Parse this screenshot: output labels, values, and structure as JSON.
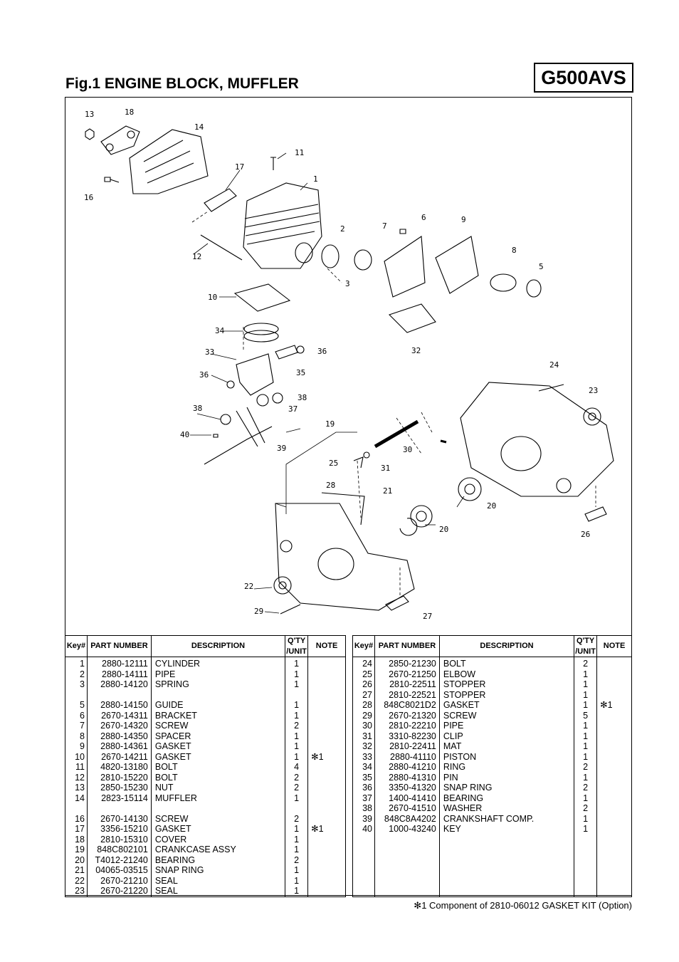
{
  "header": {
    "title": "Fig.1  ENGINE BLOCK, MUFFLER",
    "model": "G500AVS"
  },
  "callouts": [
    "13",
    "18",
    "14",
    "11",
    "16",
    "17",
    "1",
    "12",
    "2",
    "7",
    "6",
    "9",
    "8",
    "5",
    "3",
    "10",
    "34",
    "32",
    "33",
    "36",
    "35",
    "36",
    "38",
    "37",
    "24",
    "23",
    "38",
    "19",
    "40",
    "39",
    "30",
    "25",
    "31",
    "28",
    "21",
    "20",
    "20",
    "26",
    "22",
    "29",
    "27"
  ],
  "table": {
    "headers": {
      "key": "Key#",
      "part_number": "PART NUMBER",
      "description": "DESCRIPTION",
      "qty_line1": "Q'TY",
      "qty_line2": "/UNIT",
      "note": "NOTE"
    },
    "left_rows": [
      {
        "key": "1",
        "pn": "2880-12111",
        "desc": "CYLINDER",
        "qty": "1",
        "note": ""
      },
      {
        "key": "2",
        "pn": "2880-14111",
        "desc": "PIPE",
        "qty": "1",
        "note": ""
      },
      {
        "key": "3",
        "pn": "2880-14120",
        "desc": "SPRING",
        "qty": "1",
        "note": ""
      },
      {
        "key": "",
        "pn": "",
        "desc": "",
        "qty": "",
        "note": ""
      },
      {
        "key": "5",
        "pn": "2880-14150",
        "desc": "GUIDE",
        "qty": "1",
        "note": ""
      },
      {
        "key": "6",
        "pn": "2670-14311",
        "desc": "BRACKET",
        "qty": "1",
        "note": ""
      },
      {
        "key": "7",
        "pn": "2670-14320",
        "desc": "SCREW",
        "qty": "2",
        "note": ""
      },
      {
        "key": "8",
        "pn": "2880-14350",
        "desc": "SPACER",
        "qty": "1",
        "note": ""
      },
      {
        "key": "9",
        "pn": "2880-14361",
        "desc": "GASKET",
        "qty": "1",
        "note": ""
      },
      {
        "key": "10",
        "pn": "2670-14211",
        "desc": "GASKET",
        "qty": "1",
        "note": "✻1"
      },
      {
        "key": "11",
        "pn": "4820-13180",
        "desc": "BOLT",
        "qty": "4",
        "note": ""
      },
      {
        "key": "12",
        "pn": "2810-15220",
        "desc": "BOLT",
        "qty": "2",
        "note": ""
      },
      {
        "key": "13",
        "pn": "2850-15230",
        "desc": "NUT",
        "qty": "2",
        "note": ""
      },
      {
        "key": "14",
        "pn": "2823-15114",
        "desc": "MUFFLER",
        "qty": "1",
        "note": ""
      },
      {
        "key": "",
        "pn": "",
        "desc": "",
        "qty": "",
        "note": ""
      },
      {
        "key": "16",
        "pn": "2670-14130",
        "desc": "SCREW",
        "qty": "2",
        "note": ""
      },
      {
        "key": "17",
        "pn": "3356-15210",
        "desc": "GASKET",
        "qty": "1",
        "note": "✻1"
      },
      {
        "key": "18",
        "pn": "2810-15310",
        "desc": "COVER",
        "qty": "1",
        "note": ""
      },
      {
        "key": "19",
        "pn": "848C802101",
        "desc": "CRANKCASE ASSY",
        "qty": "1",
        "note": ""
      },
      {
        "key": "20",
        "pn": "T4012-21240",
        "desc": "BEARING",
        "qty": "2",
        "note": ""
      },
      {
        "key": "21",
        "pn": "04065-03515",
        "desc": "SNAP RING",
        "qty": "1",
        "note": ""
      },
      {
        "key": "22",
        "pn": "2670-21210",
        "desc": "SEAL",
        "qty": "1",
        "note": ""
      },
      {
        "key": "23",
        "pn": "2670-21220",
        "desc": "SEAL",
        "qty": "1",
        "note": ""
      }
    ],
    "right_rows": [
      {
        "key": "24",
        "pn": "2850-21230",
        "desc": "BOLT",
        "qty": "2",
        "note": ""
      },
      {
        "key": "25",
        "pn": "2670-21250",
        "desc": "ELBOW",
        "qty": "1",
        "note": ""
      },
      {
        "key": "26",
        "pn": "2810-22511",
        "desc": "STOPPER",
        "qty": "1",
        "note": ""
      },
      {
        "key": "27",
        "pn": "2810-22521",
        "desc": "STOPPER",
        "qty": "1",
        "note": ""
      },
      {
        "key": "28",
        "pn": "848C8021D2",
        "desc": "GASKET",
        "qty": "1",
        "note": "✻1"
      },
      {
        "key": "29",
        "pn": "2670-21320",
        "desc": "SCREW",
        "qty": "5",
        "note": ""
      },
      {
        "key": "30",
        "pn": "2810-22210",
        "desc": "PIPE",
        "qty": "1",
        "note": ""
      },
      {
        "key": "31",
        "pn": "3310-82230",
        "desc": "CLIP",
        "qty": "1",
        "note": ""
      },
      {
        "key": "32",
        "pn": "2810-22411",
        "desc": "MAT",
        "qty": "1",
        "note": ""
      },
      {
        "key": "33",
        "pn": "2880-41110",
        "desc": "PISTON",
        "qty": "1",
        "note": ""
      },
      {
        "key": "34",
        "pn": "2880-41210",
        "desc": "RING",
        "qty": "2",
        "note": ""
      },
      {
        "key": "35",
        "pn": "2880-41310",
        "desc": "PIN",
        "qty": "1",
        "note": ""
      },
      {
        "key": "36",
        "pn": "3350-41320",
        "desc": "SNAP RING",
        "qty": "2",
        "note": ""
      },
      {
        "key": "37",
        "pn": "1400-41410",
        "desc": "BEARING",
        "qty": "1",
        "note": ""
      },
      {
        "key": "38",
        "pn": "2670-41510",
        "desc": "WASHER",
        "qty": "2",
        "note": ""
      },
      {
        "key": "39",
        "pn": "848C8A4202",
        "desc": "CRANKSHAFT COMP.",
        "qty": "1",
        "note": ""
      },
      {
        "key": "40",
        "pn": "1000-43240",
        "desc": "KEY",
        "qty": "1",
        "note": ""
      },
      {
        "key": "",
        "pn": "",
        "desc": "",
        "qty": "",
        "note": ""
      },
      {
        "key": "",
        "pn": "",
        "desc": "",
        "qty": "",
        "note": ""
      },
      {
        "key": "",
        "pn": "",
        "desc": "",
        "qty": "",
        "note": ""
      },
      {
        "key": "",
        "pn": "",
        "desc": "",
        "qty": "",
        "note": ""
      },
      {
        "key": "",
        "pn": "",
        "desc": "",
        "qty": "",
        "note": ""
      },
      {
        "key": "",
        "pn": "",
        "desc": "",
        "qty": "",
        "note": ""
      }
    ]
  },
  "footnote": "✻1 Component of 2810-06012 GASKET KIT (Option)"
}
